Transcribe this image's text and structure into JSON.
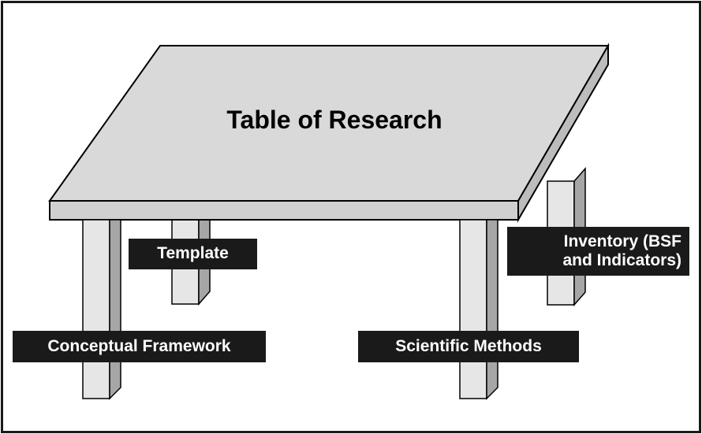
{
  "diagram": {
    "table_top_label": "Table of Research",
    "legs": {
      "template": {
        "lines": [
          "Template"
        ]
      },
      "inventory": {
        "lines": [
          "Inventory (BSF",
          "and Indicators)"
        ]
      },
      "conceptual_framework": {
        "lines": [
          "Conceptual Framework"
        ]
      },
      "scientific_methods": {
        "lines": [
          "Scientific Methods"
        ]
      }
    }
  },
  "colors": {
    "frame": "#1a1a1a",
    "table_surface": "#d9d9d9",
    "table_edge": "#cfcfcf",
    "leg_face": "#e6e6e6",
    "leg_side": "#a6a6a6",
    "label_background": "#1a1a1a",
    "label_text": "#ffffff"
  }
}
